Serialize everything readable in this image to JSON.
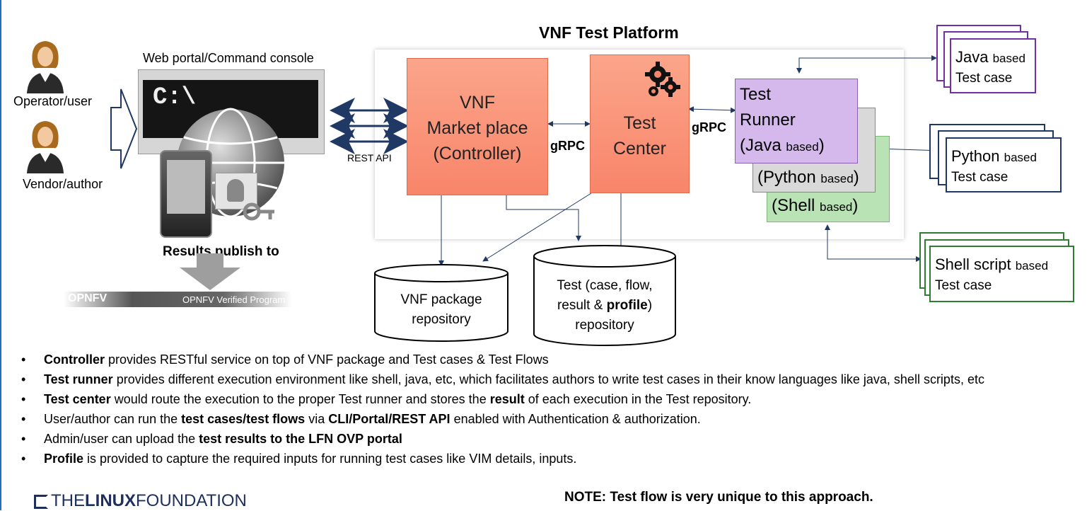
{
  "diagram": {
    "title": "VNF Test Platform",
    "actors": {
      "operator": "Operator/user",
      "vendor": "Vendor/author"
    },
    "portal_label": "Web portal/Command  console",
    "rest_api": "REST API",
    "controller": {
      "line1": "VNF",
      "line2": "Market place",
      "line3": "(Controller)"
    },
    "test_center": {
      "line1": "Test",
      "line2": "Center"
    },
    "grpc_left": "gRPC",
    "grpc_right": "gRPC",
    "runners": {
      "java": {
        "line1": "Test",
        "line2": "Runner",
        "line3": "(Java ",
        "based": "based",
        "close": ")"
      },
      "python": {
        "text": "(Python ",
        "based": "based",
        "close": ")"
      },
      "shell": {
        "text": "(Shell ",
        "based": "based",
        "close": ")"
      }
    },
    "testcases": {
      "java": {
        "name": "Java ",
        "based": "based",
        "sub": "Test case"
      },
      "python": {
        "name": "Python ",
        "based": "based",
        "sub": "Test case"
      },
      "shell": {
        "name": "Shell script ",
        "based": "based",
        "sub": "Test case"
      }
    },
    "repos": {
      "vnf": {
        "line1": "VNF package",
        "line2": "repository"
      },
      "test": {
        "line1": "Test (case, flow,",
        "line2a": "result & ",
        "line2b": "profile",
        "line2c": ")",
        "line3": "repository"
      }
    },
    "results_publish": "Results publish to",
    "opnfv_logo": "OPNFV",
    "opnfv_program": "OPNFV Verified Program",
    "console_prompt": "C:\\",
    "colors": {
      "controller": "#f8856a",
      "java_runner": "#d5b8ec",
      "python_runner": "#d9d9d9",
      "shell_runner": "#b9e3b4",
      "arrow": "#1f3864"
    }
  },
  "bullets": [
    {
      "b": "Controller",
      "t": " provides RESTful service  on top of VNF package and Test cases & Test Flows"
    },
    {
      "b": "Test runner",
      "t": " provides different execution environment like shell, java, etc, which facilitates authors to write test cases  in their know languages like java, shell scripts, etc"
    },
    {
      "b": "Test center",
      "t": " would route the execution to the proper Test runner and stores the ",
      "b2": "result",
      "t2": " of each execution in the Test repository."
    },
    {
      "t": "User/author can run the ",
      "b": "test cases/test flows",
      "t2": " via ",
      "b2": "CLI/Portal/REST  API",
      "t3": " enabled with Authentication & authorization."
    },
    {
      "t": "Admin/user can upload the ",
      "b": "test results to the LFN OVP portal"
    },
    {
      "b": "Profile",
      "t": " is provided to capture the required inputs for running test cases like VIM details, inputs."
    }
  ],
  "footer": {
    "logo_the": "THE",
    "logo_linux": "LINUX",
    "logo_foundation": "FOUNDATION",
    "note": "NOTE: Test flow is very unique to this approach."
  }
}
